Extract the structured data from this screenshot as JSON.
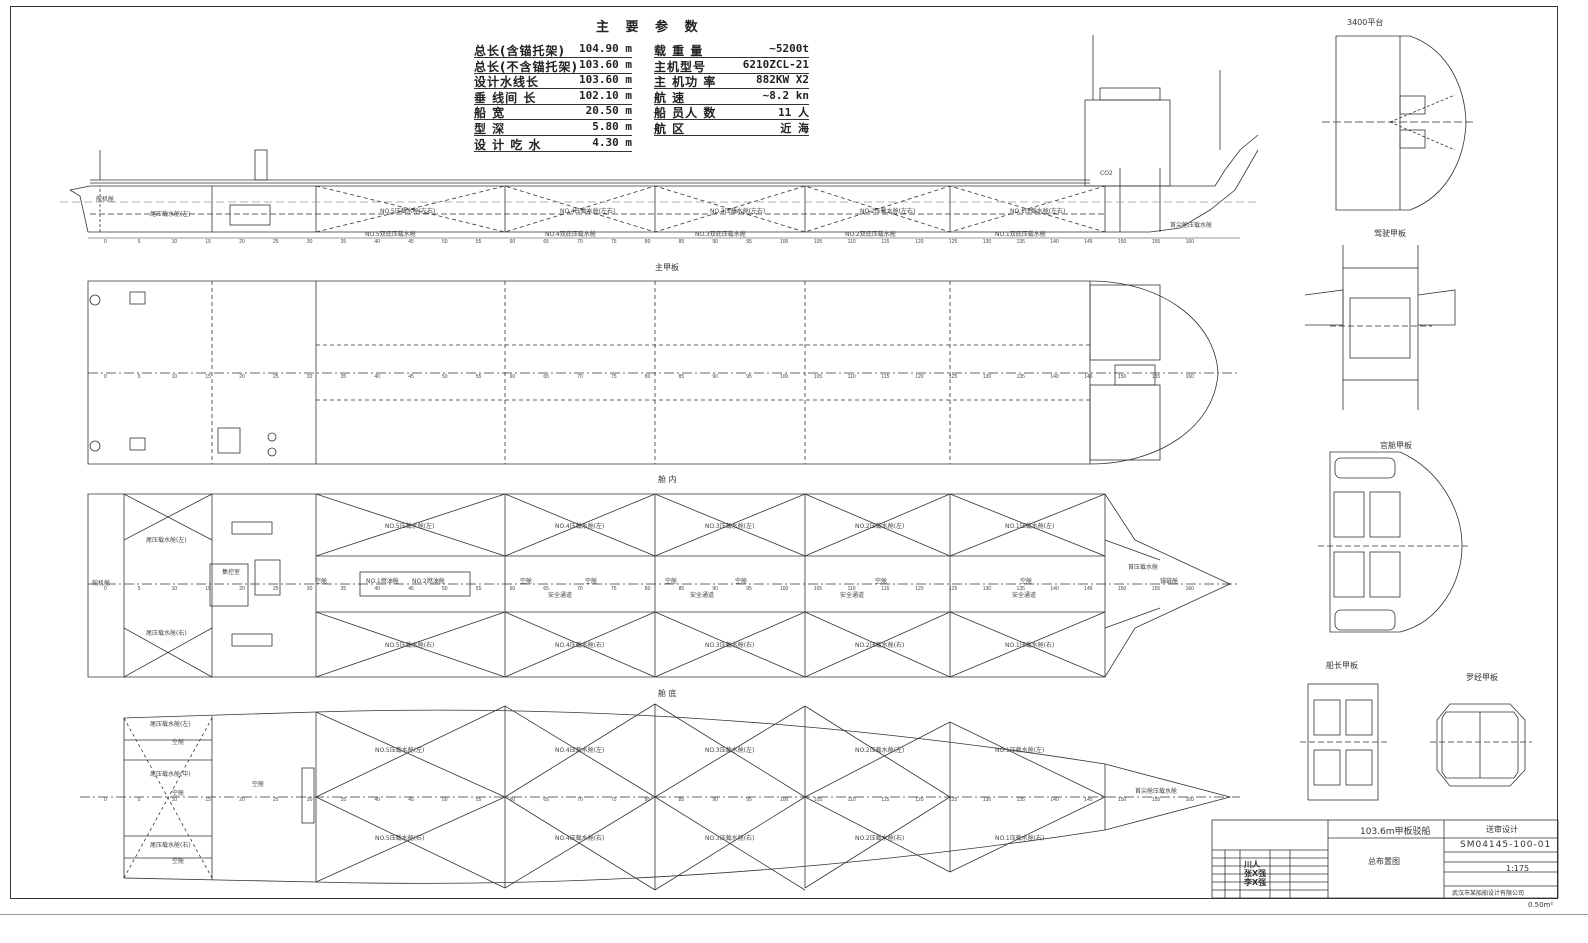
{
  "params": {
    "title": "主 要 参 数",
    "left": [
      {
        "k": "总长(含锚托架)",
        "v": "104.90 m"
      },
      {
        "k": "总长(不含锚托架)",
        "v": "103.60 m"
      },
      {
        "k": "设计水线长",
        "v": "103.60 m"
      },
      {
        "k": "垂 线间 长",
        "v": "102.10 m"
      },
      {
        "k": "船          宽",
        "v": "20.50 m"
      },
      {
        "k": "型          深",
        "v": "5.80 m"
      },
      {
        "k": "设 计 吃 水",
        "v": "4.30 m"
      }
    ],
    "right": [
      {
        "k": "载 重 量",
        "v": "~5200t"
      },
      {
        "k": "主机型号",
        "v": "6210ZCL-21"
      },
      {
        "k": "主 机功 率",
        "v": "882KW X2"
      },
      {
        "k": "航          速",
        "v": "~8.2 kn"
      },
      {
        "k": "船 员人 数",
        "v": "11 人"
      },
      {
        "k": "航          区",
        "v": "近 海"
      }
    ]
  },
  "views": {
    "main_deck": "主甲板",
    "hold": "舱 内",
    "bottom": "舱 底",
    "deck_3400": "3400平台",
    "bridge_deck": "驾驶甲板",
    "officer_deck": "官舱甲板",
    "captain_deck": "船长甲板",
    "compass_deck": "罗经甲板"
  },
  "side_labels": {
    "engine_room": "舵机舱",
    "ballast_aft": "尾压载水舱(左)",
    "co2": "CO2",
    "forepeak": "首尖舱压载水舱",
    "tanks_upper": [
      "NO.5压载水舱(左右)",
      "NO.4压载水舱(左右)",
      "NO.3压载水舱(左右)",
      "NO.2压载水舱(左右)",
      "NO.1压载水舱(左右)"
    ],
    "tanks_lower": [
      "NO.5双底压载水舱",
      "NO.4双底压载水舱",
      "NO.3双底压载水舱",
      "NO.2双底压载水舱",
      "NO.1双底压载水舱"
    ]
  },
  "hold_labels": {
    "upper": [
      "NO.5压载水舱(左)",
      "NO.4压载水舱(左)",
      "NO.3压载水舱(左)",
      "NO.2压载水舱(左)",
      "NO.1压载水舱(左)"
    ],
    "lower": [
      "NO.5压载水舱(右)",
      "NO.4压载水舱(右)",
      "NO.3压载水舱(右)",
      "NO.2压载水舱(右)",
      "NO.1压载水舱(右)"
    ],
    "center": [
      "空舱",
      "空舱",
      "空舱",
      "空舱",
      "空舱",
      "空舱",
      "空舱"
    ],
    "corridor": "安全通道",
    "aft_left": "尾压载水舱(左)",
    "aft_right": "尾压载水舱(右)",
    "rudder": "舵机舱",
    "control": "集控室",
    "fuel": "NO.1燃油舱",
    "fuel2": "NO.2燃油舱",
    "fore_void": "首压载水舱",
    "chain": "锚链舱"
  },
  "bottom_labels": {
    "upper": [
      "NO.5压载水舱(左)",
      "NO.4压载水舱(左)",
      "NO.3压载水舱(左)",
      "NO.2压载水舱(左)",
      "NO.1压载水舱(左)"
    ],
    "lower": [
      "NO.5压载水舱(右)",
      "NO.4压载水舱(右)",
      "NO.3压载水舱(右)",
      "NO.2压载水舱(右)",
      "NO.1压载水舱(右)"
    ],
    "aft": [
      "尾压载水舱(左)",
      "空舱",
      "尾压载水舱(中)",
      "空舱",
      "尾压载水舱(右)",
      "空舱"
    ],
    "void": "空舱",
    "fore": "首尖舱压载水舱"
  },
  "frames": [
    "0",
    "5",
    "10",
    "15",
    "20",
    "25",
    "30",
    "35",
    "40",
    "45",
    "50",
    "55",
    "60",
    "65",
    "70",
    "75",
    "80",
    "85",
    "90",
    "95",
    "100",
    "105",
    "110",
    "115",
    "120",
    "125",
    "130",
    "135",
    "140",
    "145",
    "150",
    "155",
    "160"
  ],
  "titleblock": {
    "project": "103.6m甲板驳船",
    "drawing_name": "总布置图",
    "drawing_no": "SM04145-100-01",
    "stage": "送审设计",
    "scale": "1:175",
    "company": "武汉市某船舶设计有限公司",
    "sign1": "川人",
    "sign2": "张X强",
    "sign3": "李X强",
    "sheet_label": "0.50m²"
  }
}
